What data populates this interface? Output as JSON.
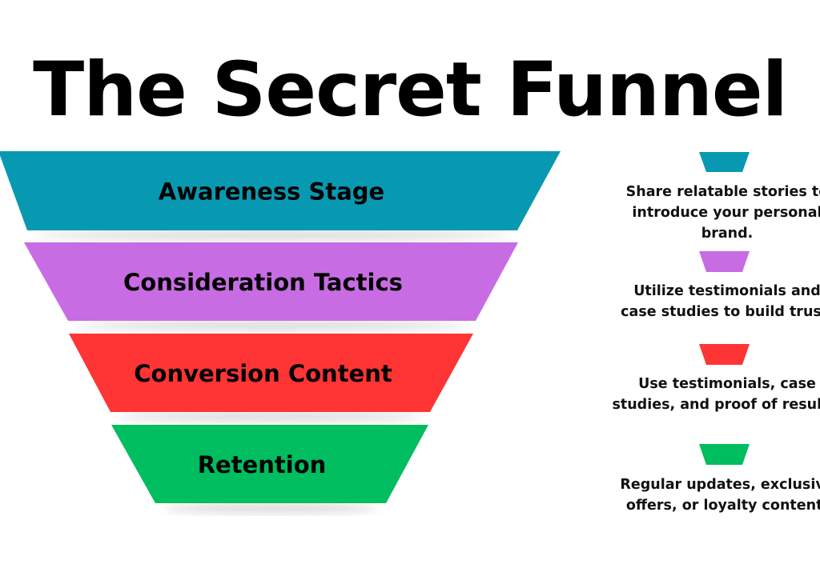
{
  "title": "The Secret Funnel",
  "stages": [
    {
      "label": "Awareness Stage",
      "color": "#0899b2",
      "icon": "teal-trapezoid-marker",
      "description_lines": [
        "Share relatable stories to",
        "introduce your personal",
        "brand."
      ]
    },
    {
      "label": "Consideration Tactics",
      "color": "#c86ce3",
      "icon": "purple-trapezoid-marker",
      "description_lines": [
        "Utilize testimonials and",
        "case studies to build trust."
      ]
    },
    {
      "label": "Conversion Content",
      "color": "#ff3434",
      "icon": "red-trapezoid-marker",
      "description_lines": [
        "Use testimonials, case",
        "studies, and proof of results."
      ]
    },
    {
      "label": "Retention",
      "color": "#00bd5f",
      "icon": "green-trapezoid-marker",
      "description_lines": [
        "Regular updates, exclusive",
        "offers, or loyalty content."
      ]
    }
  ]
}
